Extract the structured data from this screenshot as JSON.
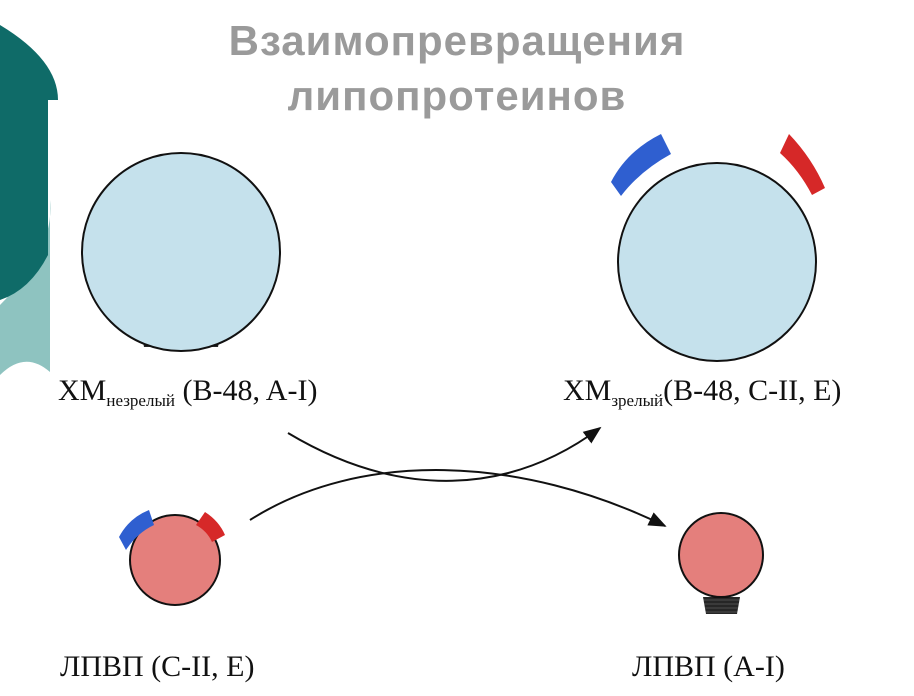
{
  "title": {
    "line1": "Взаимопревращения",
    "line2": "липопротеинов"
  },
  "labels": {
    "hm_immature": {
      "main": "ХМ",
      "sub": "незрелый",
      "rest": " (B-48, A-I)"
    },
    "hm_mature": {
      "main": "ХМ",
      "sub": "зрелый",
      "rest": "(B-48, C-II, E)"
    },
    "hdl_left": {
      "text": "ЛПВП (C-II, E)"
    },
    "hdl_right": {
      "text": "ЛПВП (A-I)"
    }
  },
  "colors": {
    "chylomicron_fill": "#c5e1ec",
    "hdl_fill": "#e47f7c",
    "apo_blue": "#2f5fd0",
    "apo_red": "#d62828",
    "apo_dark": "#2a2a2a",
    "teal_dark": "#0f6b68",
    "teal_light": "#8ec3c0",
    "title_gray": "#9a9a9a"
  }
}
